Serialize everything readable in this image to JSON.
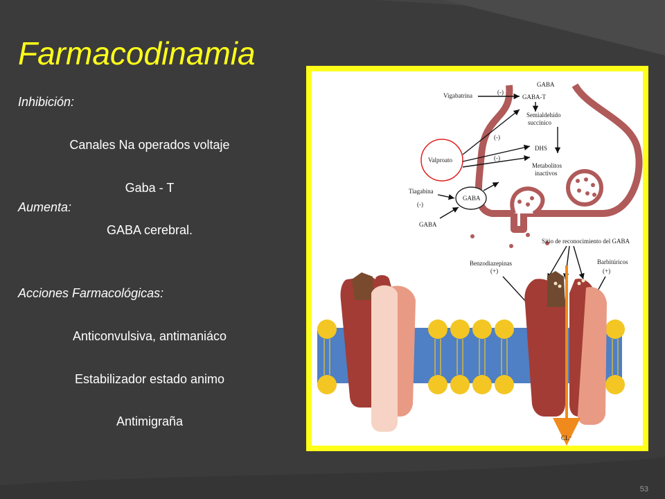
{
  "title": "Farmacodinamia",
  "left_text": {
    "inhibicion_heading": "Inhibición:",
    "inhibicion_items": [
      "Canales Na operados voltaje",
      "Gaba - T"
    ],
    "aumenta_heading": "Aumenta:",
    "aumenta_items": [
      "GABA cerebral."
    ],
    "acciones_heading": "Acciones Farmacológicas:",
    "acciones_items": [
      "Anticonvulsiva, antimaniáco",
      "Estabilizador estado animo",
      "Antimigraña"
    ]
  },
  "figure": {
    "labels": {
      "gaba_top": "GABA",
      "vigabatrina": "Vigabatrina",
      "minus_1": "(-)",
      "gaba_t": "GABA-T",
      "semialdehido": "Semialdehído",
      "succinico": "succínico",
      "minus_2": "(-)",
      "valproato": "Valproato",
      "dhs": "DHS",
      "minus_3": "(-)",
      "metabolitos": "Metabolitos",
      "inactivos": "inactivos",
      "tiagabina": "Tiagabina",
      "minus_4": "(-)",
      "gaba_transporter": "GABA",
      "gaba_bottom": "GABA",
      "sitio": "Sitio de reconocimiento del GABA",
      "benzodiazepinas": "Benzodiazepinas",
      "plus_1": "(+)",
      "barbituricos": "Barbitúricos",
      "plus_2": "(+)",
      "cl": "CL⁻"
    },
    "colors": {
      "frame": "#ffff1a",
      "terminal": "#b05a5a",
      "membrane": "#4f7fc4",
      "lipid_head": "#f3c623",
      "highlight_circle": "#e02020",
      "channel_arrow": "#f08a1c"
    }
  },
  "slide_number": "53"
}
